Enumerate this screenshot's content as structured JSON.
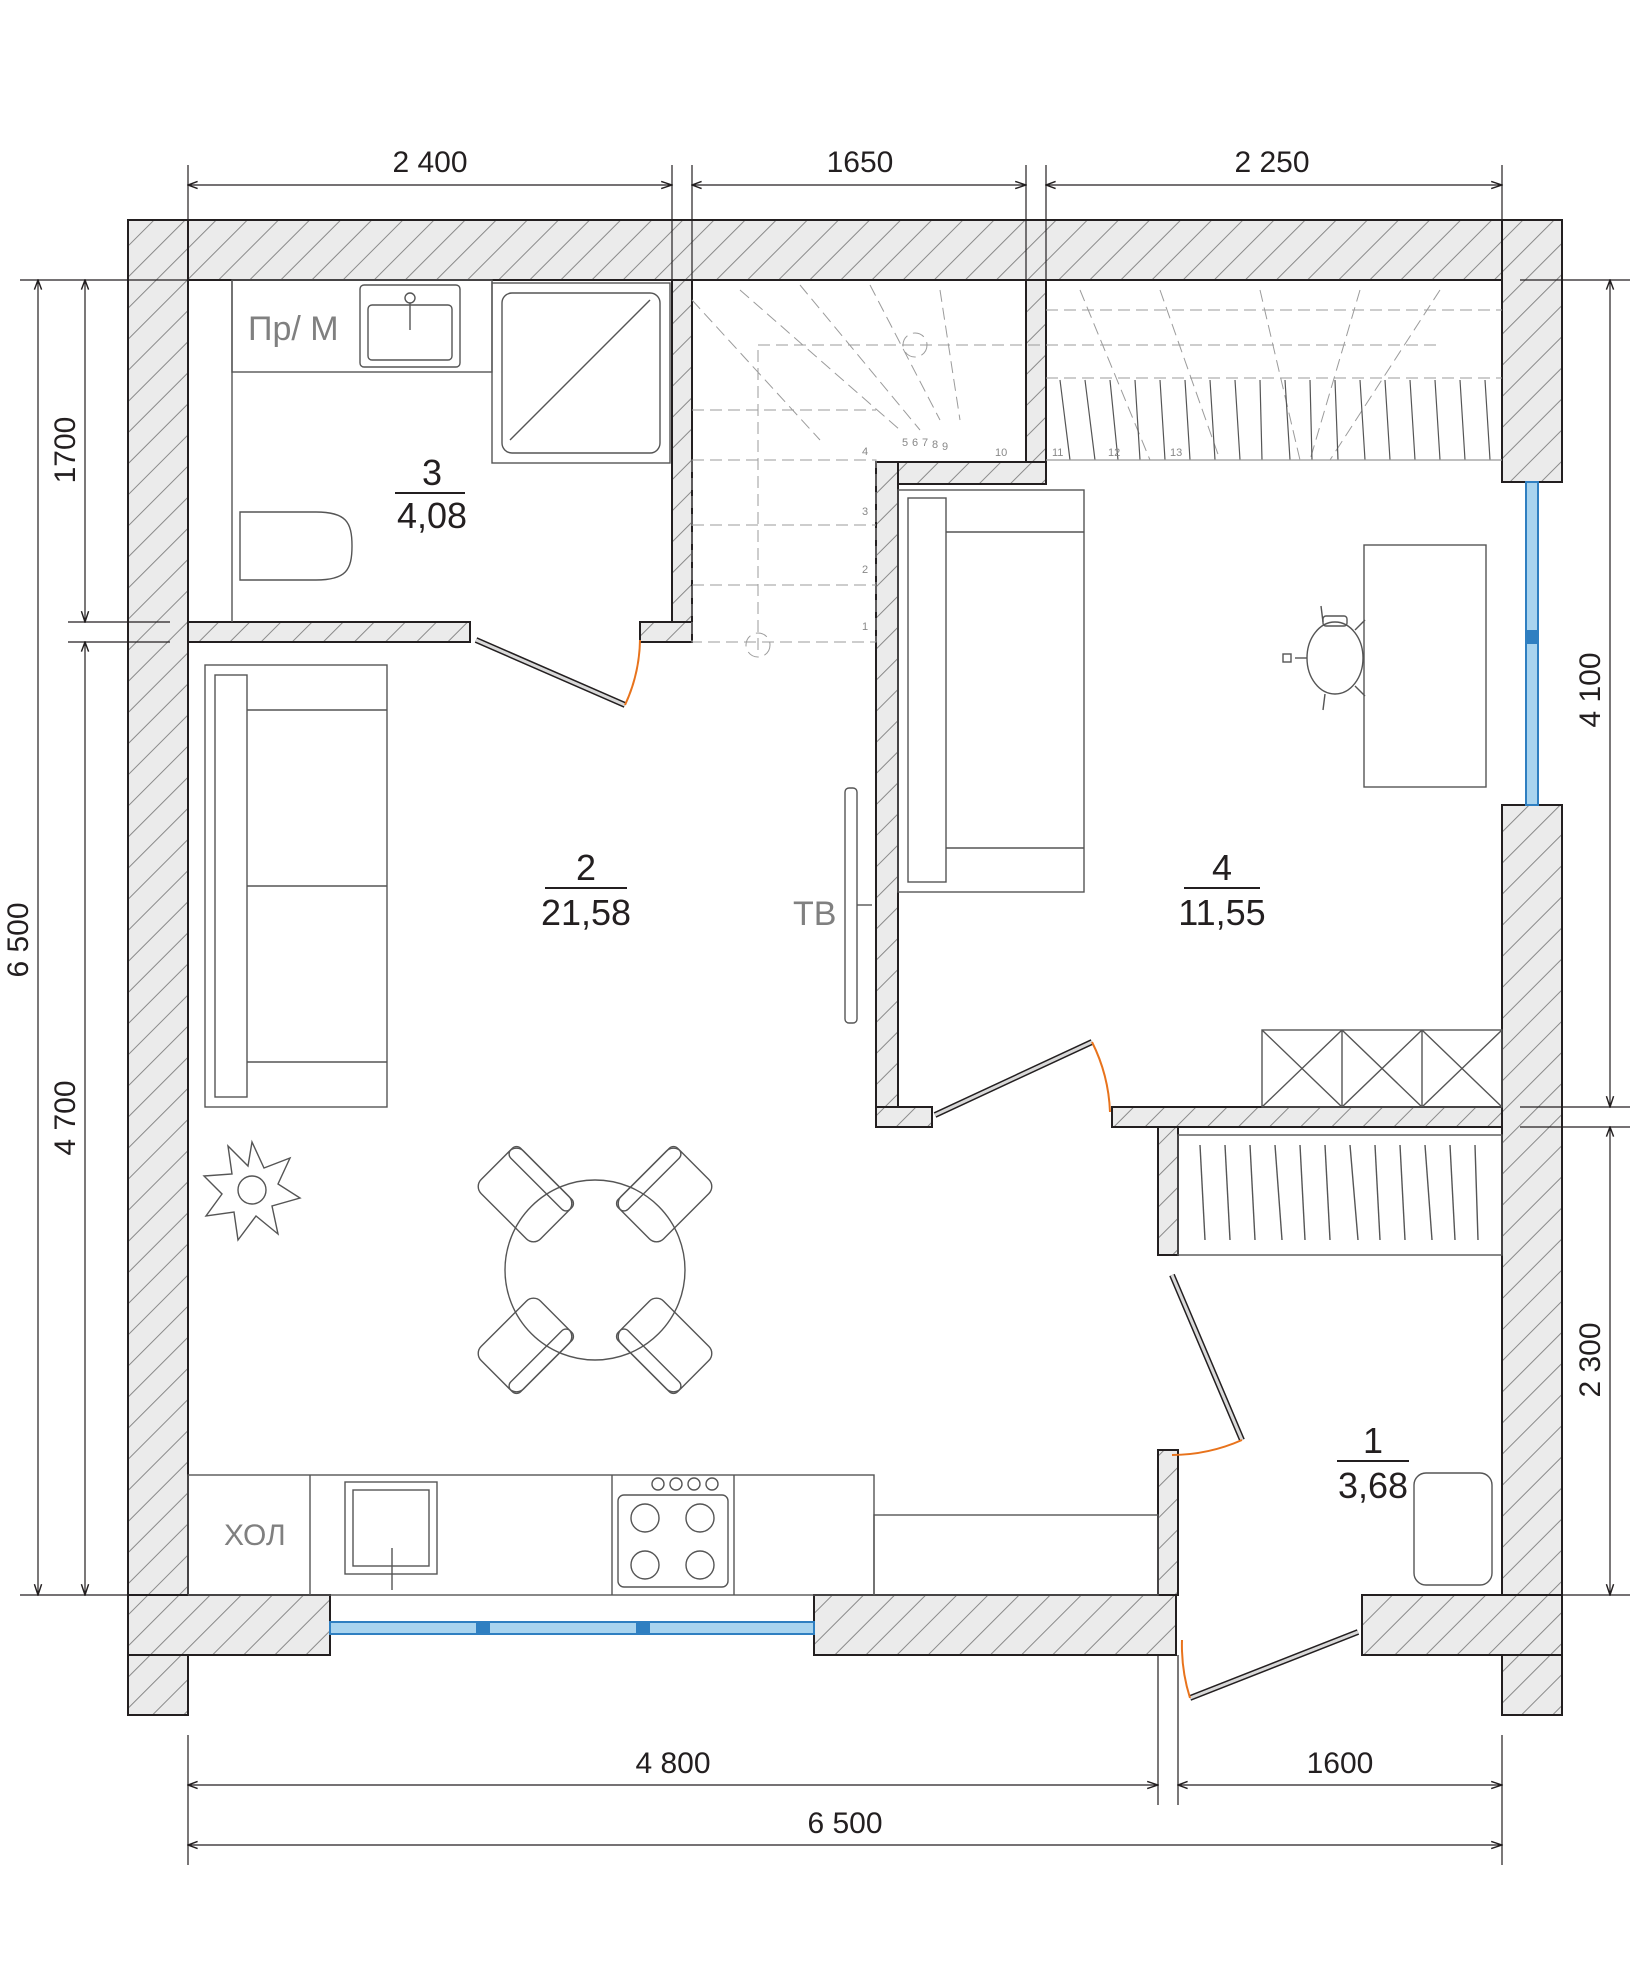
{
  "dimensions": {
    "top": [
      "2 400",
      "1650",
      "2 250"
    ],
    "left_outer": "6 500",
    "left_inner": [
      "1700",
      "4 700"
    ],
    "right": [
      "4 100",
      "2 300"
    ],
    "bottom": [
      "4 800",
      "1600"
    ],
    "bottom_total": "6 500"
  },
  "rooms": [
    {
      "number": "1",
      "area": "3,68"
    },
    {
      "number": "2",
      "area": "21,58"
    },
    {
      "number": "3",
      "area": "4,08"
    },
    {
      "number": "4",
      "area": "11,55"
    }
  ],
  "labels": {
    "laundry": "Пр/ М",
    "tv": "ТВ",
    "fridge": "ХОЛ"
  },
  "stairs": {
    "steps_lower": [
      "1",
      "2",
      "3",
      "4"
    ],
    "steps_turn": [
      "5",
      "6",
      "7",
      "8",
      "9"
    ],
    "steps_top": [
      "10",
      "11",
      "12",
      "13"
    ]
  },
  "colors": {
    "wall_hatch": "#bdbdbd",
    "wall_fill": "#e6e6e6",
    "line": "#231f20",
    "door_swing": "#e8731c",
    "window_glass": "#a9d4ef",
    "window_frame": "#2f7fc1",
    "furniture": "#555555"
  }
}
